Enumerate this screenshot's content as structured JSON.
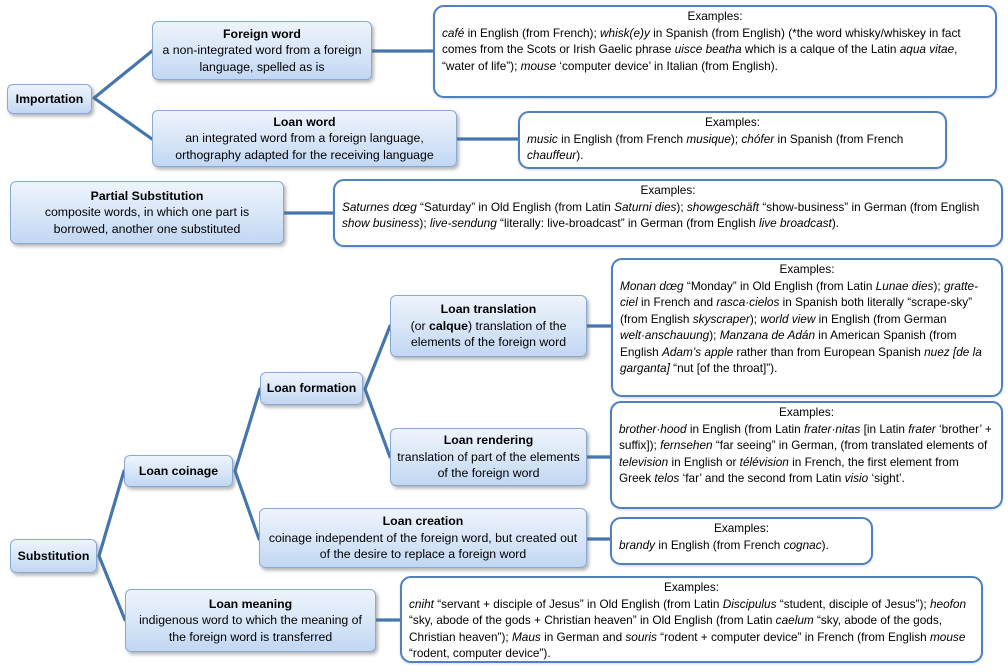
{
  "examples_heading": "Examples:",
  "colors": {
    "connector": "#4576ad",
    "example_border": "#4f81bd",
    "node_border": "#88a9d6",
    "node_fill_top": "#eef4fc",
    "node_fill_bottom": "#c2d7f3"
  },
  "nodes": {
    "importation": {
      "title": "Importation"
    },
    "foreign_word": {
      "title": "Foreign word",
      "desc": "a non-integrated word from a foreign language, spelled as is"
    },
    "loan_word": {
      "title": "Loan word",
      "desc": "an integrated word from a foreign language, orthography adapted for the receiving language"
    },
    "partial_substitution": {
      "title": "Partial Substitution",
      "desc": "composite words, in which one part is borrowed, another one substituted"
    },
    "loan_translation": {
      "title": "Loan translation",
      "desc_html": "(or <b>calque</b>) translation of the elements of the foreign word"
    },
    "loan_formation": {
      "title": "Loan formation"
    },
    "loan_rendering": {
      "title": "Loan rendering",
      "desc": "translation of part of the elements of the foreign word"
    },
    "loan_coinage": {
      "title": "Loan coinage"
    },
    "loan_creation": {
      "title": "Loan creation",
      "desc": "coinage independent of the foreign word, but created out of the desire to replace a foreign word"
    },
    "substitution": {
      "title": "Substitution"
    },
    "loan_meaning": {
      "title": "Loan meaning",
      "desc": "indigenous word to which the meaning of the foreign word is transferred"
    }
  },
  "examples": {
    "foreign_word": "<i>café</i> in English (from French); <i>whisk(e)y</i> in Spanish (from English) (*the word whisky/whiskey in fact comes from the Scots or Irish Gaelic phrase <i>uisce beatha</i> which is a calque of the Latin <i>aqua vitae</i>, “water of life”); <i>mouse</i> ‘computer device’ in Italian (from English).",
    "loan_word": "<i>music</i> in English (from French <i>musique</i>); <i>chófer</i> in Spanish (from French <i>chauffeur</i>).",
    "partial_substitution": "<i>Saturnes dœg</i> “Saturday” in Old English (from Latin <i>Saturni dies</i>); <i>showgeschäft</i> “show-business” in German (from English <i>show business</i>); <i>live-sendung</i> “literally: live-broadcast” in German (from English <i>live broadcast</i>).",
    "loan_translation": "<i>Monan dœg</i> “Monday” in Old English (from Latin <i>Lunae dies</i>); <i>gratte-ciel</i> in French and <i>rasca·cielos</i> in Spanish both literally “scrape-sky” (from English <i>skyscraper</i>); <i>world view</i> in English (from German <i>welt·anschauung</i>); <i>Manzana de Adán</i> in American Spanish (from English <i>Adam’s apple</i> rather than from European Spanish <i>nuez [de la garganta]</i> “nut [of the throat]”).",
    "loan_rendering": "<i>brother·hood</i> in English (from Latin <i>frater·nitas</i> [in Latin <i>frater</i> ‘brother’ + suffix]); <i>fernsehen</i> “far seeing” in German, (from translated elements of <i>television</i> in English or <i>télévision</i> in French, the first element from Greek <i>telos</i> ‘far’ and the second from Latin <i>visio</i> ‘sight’.",
    "loan_creation": "<i>brandy</i> in English (from French <i>cognac</i>).",
    "loan_meaning": "<i>cniht</i> “servant + disciple of Jesus” in Old English (from Latin <i>Discipulus</i> “student, disciple of Jesus”); <i>heofon</i> “sky, abode of the gods + Christian heaven” in Old English (from Latin <i>caelum</i> “sky, abode of the gods, Christian heaven”); <i>Maus</i> in German and <i>souris</i> “rodent + computer device” in French (from English <i>mouse</i> “rodent, computer device”)."
  }
}
